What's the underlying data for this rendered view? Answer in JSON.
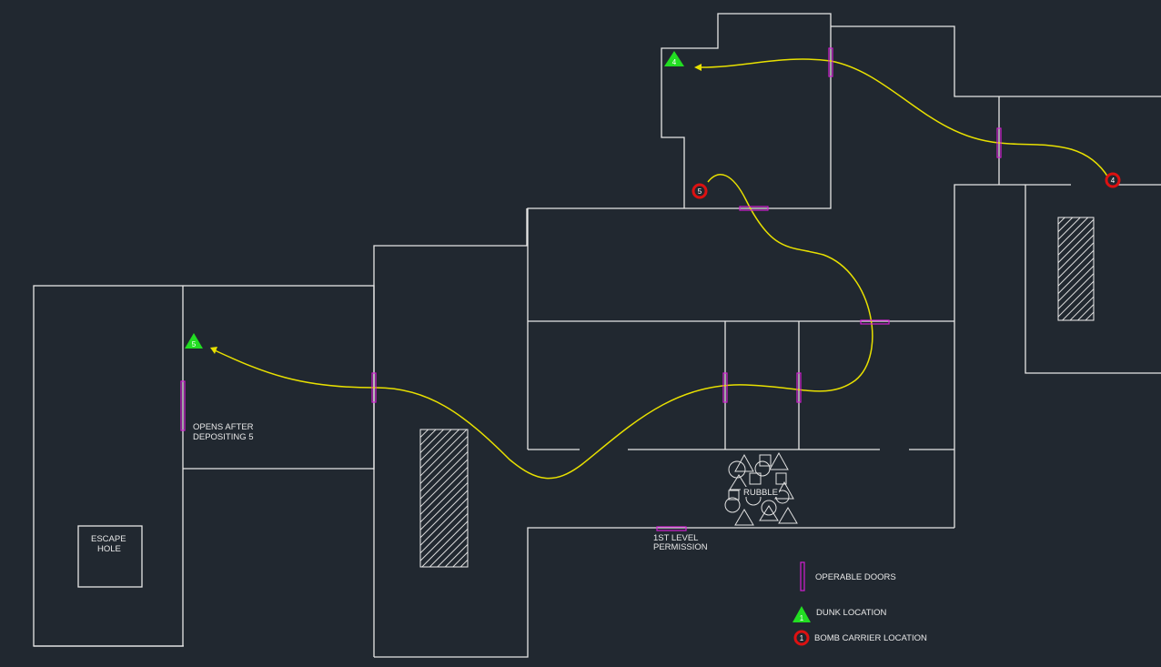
{
  "diagram": {
    "type": "floor-plan",
    "colors": {
      "background": "#212830",
      "walls": "#e6e6e6",
      "doors": "#d11fd1",
      "route": "#e8e000",
      "dunk": "#22dd22",
      "bomb_carrier": "#dd1111"
    },
    "labels": {
      "escape_hole": [
        "ESCAPE",
        "HOLE"
      ],
      "opens_after": [
        "OPENS AFTER",
        "DEPOSITING 5"
      ],
      "rubble": "RUBBLE",
      "first_level": [
        "1ST LEVEL",
        "PERMISSION"
      ]
    },
    "dunk_locations": [
      {
        "number": "4",
        "label": "Dunk location 4"
      },
      {
        "number": "5",
        "label": "Dunk location 5"
      }
    ],
    "bomb_carriers": [
      {
        "number": "4",
        "label": "Bomb carrier location 4"
      },
      {
        "number": "5",
        "label": "Bomb carrier location 5"
      }
    ],
    "legend": {
      "doors": "OPERABLE DOORS",
      "dunk": "DUNK LOCATION",
      "dunk_number": "1",
      "bomb": "BOMB CARRIER LOCATION",
      "bomb_number": "1"
    }
  }
}
